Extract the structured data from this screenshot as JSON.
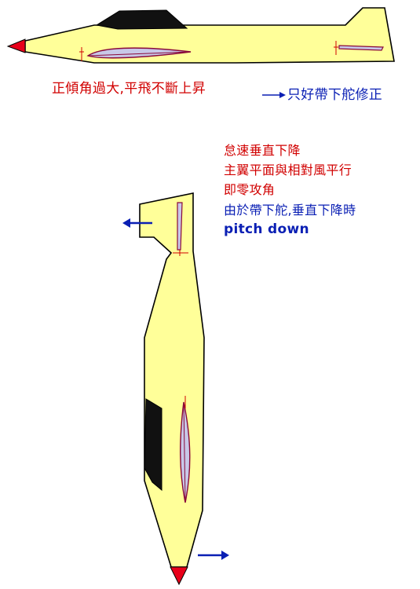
{
  "captions": {
    "top_left": "正傾角過大,平飛不斷上昇",
    "top_right": "只好帶下舵修正",
    "stall_1": "怠速垂直下降",
    "stall_2": "主翼平面與相對風平行",
    "stall_3": "即零攻角",
    "blue_1": "由於帶下舵,垂直下降時",
    "blue_2": "pitch down"
  },
  "colors": {
    "fuselage": "#ffff99",
    "outline": "#000000",
    "canopy": "#111111",
    "nose": "#e8001a",
    "airfoil": "#c8c8e8",
    "airfoil_stroke": "#8a0a3a",
    "arrow_blue": "#0a1fb4",
    "text_red": "#d10000",
    "text_blue": "#0a1fb4"
  }
}
